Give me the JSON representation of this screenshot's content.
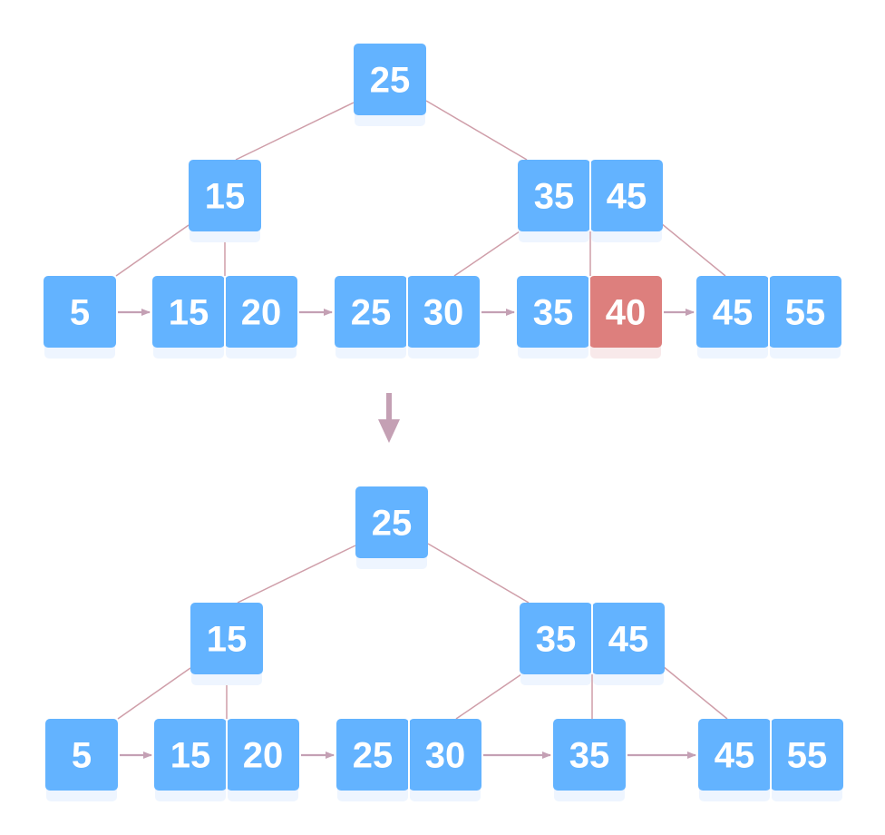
{
  "colors": {
    "node_fill": "#63b3ff",
    "node_shadow": "#eef5ff",
    "highlight_fill": "#dd7f7d",
    "highlight_shadow": "#f8e9ea",
    "edge": "#cf9ea9",
    "arrow": "#c4a0b4",
    "cell_divider": "#ffffff",
    "text": "#ffffff"
  },
  "diagram_a": {
    "root": {
      "keys": [
        "25"
      ]
    },
    "internal_left": {
      "keys": [
        "15"
      ]
    },
    "internal_right": {
      "keys": [
        "35",
        "45"
      ]
    },
    "leaves": [
      {
        "keys": [
          "5"
        ]
      },
      {
        "keys": [
          "15",
          "20"
        ]
      },
      {
        "keys": [
          "25",
          "30"
        ]
      },
      {
        "keys": [
          "35",
          "40"
        ],
        "highlighted_key": "40"
      },
      {
        "keys": [
          "45",
          "55"
        ]
      }
    ]
  },
  "transition_arrow": {
    "icon": "arrow-down-icon"
  },
  "diagram_b": {
    "root": {
      "keys": [
        "25"
      ]
    },
    "internal_left": {
      "keys": [
        "15"
      ]
    },
    "internal_right": {
      "keys": [
        "35",
        "45"
      ]
    },
    "leaves": [
      {
        "keys": [
          "5"
        ]
      },
      {
        "keys": [
          "15",
          "20"
        ]
      },
      {
        "keys": [
          "25",
          "30"
        ]
      },
      {
        "keys": [
          "35"
        ]
      },
      {
        "keys": [
          "45",
          "55"
        ]
      }
    ]
  }
}
